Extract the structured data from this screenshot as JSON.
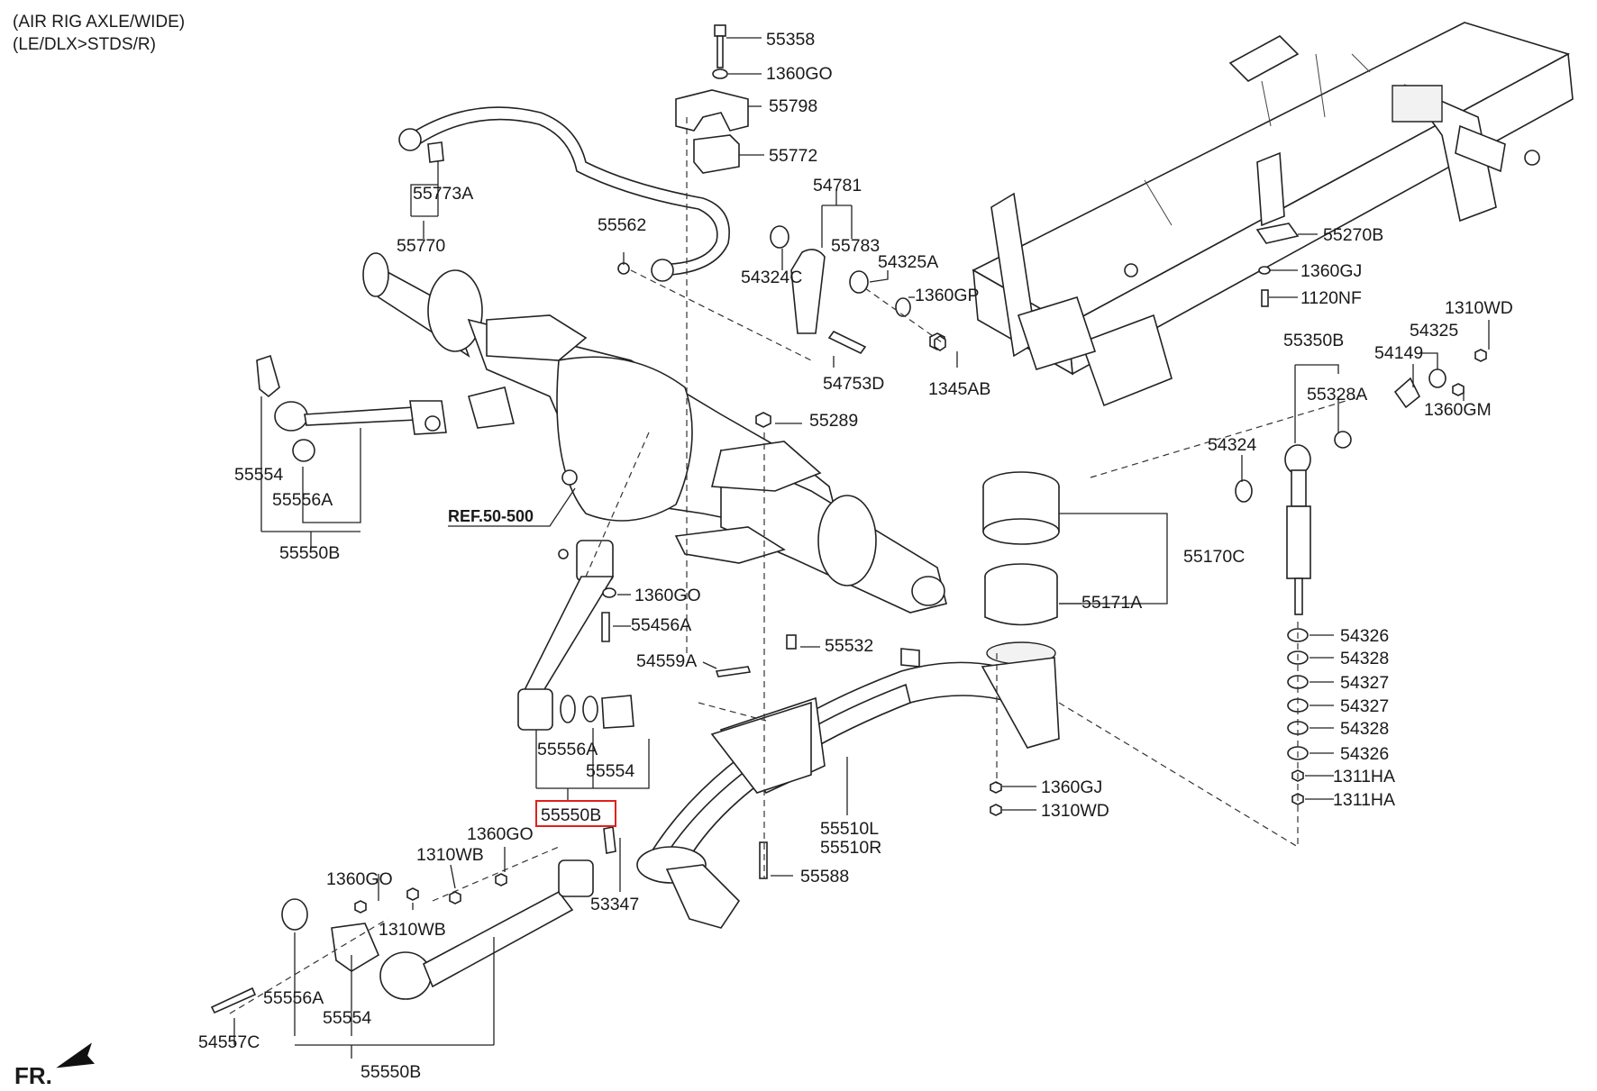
{
  "header": {
    "line1": "(AIR RIG AXLE/WIDE)",
    "line2": "(LE/DLX>STDS/R)"
  },
  "reference": "REF.50-500",
  "direction_label": "FR.",
  "highlight_color": "#e0201b",
  "highlighted_part": "55550B",
  "parts": {
    "p55358": "55358",
    "p1360GO_top": "1360GO",
    "p55798": "55798",
    "p55772": "55772",
    "p55773A": "55773A",
    "p55770": "55770",
    "p55562": "55562",
    "p54781": "54781",
    "p55783": "55783",
    "p54324C": "54324C",
    "p54325A": "54325A",
    "p1360GP": "1360GP",
    "p54753D": "54753D",
    "p1345AB": "1345AB",
    "p55270B": "55270B",
    "p1360GJ_top": "1360GJ",
    "p1120NF": "1120NF",
    "p1310WD_top": "1310WD",
    "p55350B": "55350B",
    "p54325": "54325",
    "p54149": "54149",
    "p55328A": "55328A",
    "p1360GM": "1360GM",
    "p54324": "54324",
    "p55554_left": "55554",
    "p55556A_left": "55556A",
    "p55550B_left": "55550B",
    "p55289": "55289",
    "p55170C": "55170C",
    "p55171A": "55171A",
    "p1360GO_mid": "1360GO",
    "p55456A": "55456A",
    "p54559A": "54559A",
    "p55532": "55532",
    "p54326_a": "54326",
    "p54328_a": "54328",
    "p54327_a": "54327",
    "p54327_b": "54327",
    "p54328_b": "54328",
    "p54326_b": "54326",
    "p1311HA_a": "1311HA",
    "p1311HA_b": "1311HA",
    "p55556A_mid": "55556A",
    "p55554_mid": "55554",
    "p55550B_mid": "55550B",
    "p1360GJ_bot": "1360GJ",
    "p1310WD_bot": "1310WD",
    "p55510L": "55510L",
    "p55510R": "55510R",
    "p1360GO_low": "1360GO",
    "p1310WB_a": "1310WB",
    "p1360GO_low2": "1360GO",
    "p1310WB_b": "1310WB",
    "p55588": "55588",
    "p53347": "53347",
    "p55556A_bot": "55556A",
    "p55554_bot": "55554",
    "p54557C": "54557C",
    "p55550B_bot": "55550B"
  }
}
